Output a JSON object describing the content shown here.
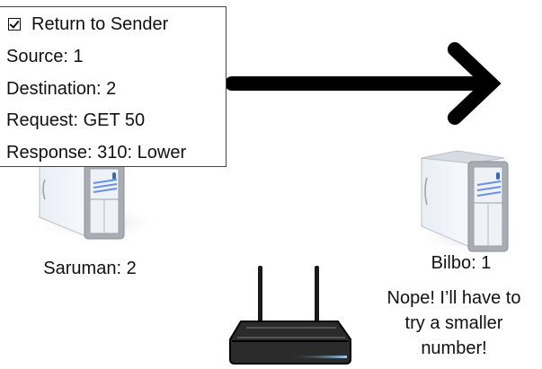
{
  "packet": {
    "flag_icon": "checkbox-checked-icon",
    "flag_label": "Return to Sender",
    "source": "Source: 1",
    "destination": "Destination: 2",
    "request": "Request: GET 50",
    "response": "Response: 310: Lower"
  },
  "nodes": {
    "left_server": {
      "label": "Saruman: 2",
      "icon": "server-tower-icon"
    },
    "right_server": {
      "label": "Bilbo: 1",
      "icon": "server-tower-icon"
    },
    "router": {
      "icon": "wireless-router-icon"
    }
  },
  "message": {
    "direction": "right",
    "icon": "arrow-right-icon"
  },
  "speech": {
    "line1": "Nope! I’ll have to",
    "line2": "try a smaller",
    "line3": "number!"
  }
}
